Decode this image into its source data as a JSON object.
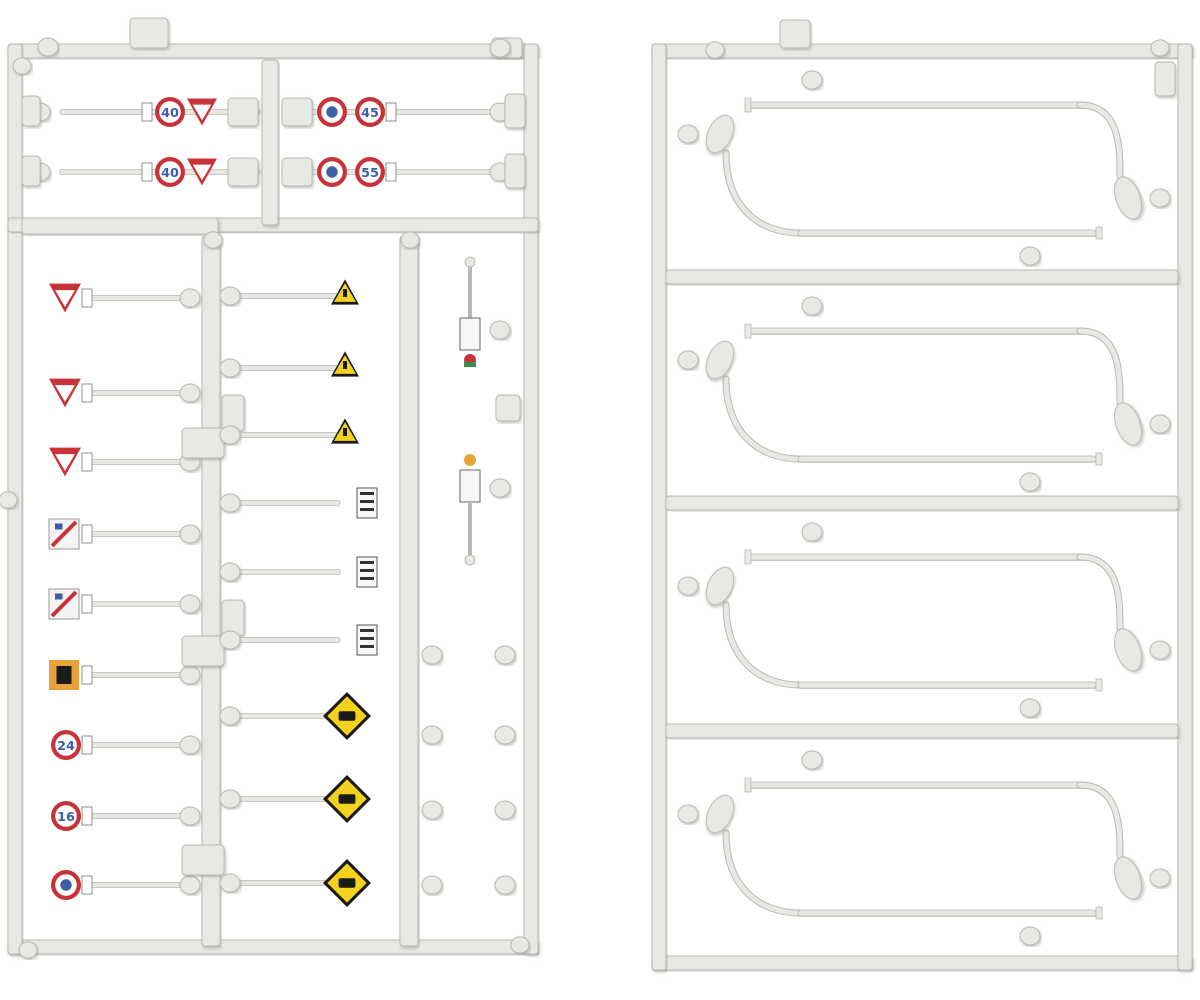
{
  "palette": {
    "background": "#ffffff",
    "plastic": "#e8e8e4",
    "plastic_shadow": "#c9c9c4",
    "plastic_edge": "#b9b9b4",
    "sign_red": "#c8333a",
    "sign_blue": "#3e5ea8",
    "sign_yellow": "#f2d21b",
    "sign_orange": "#e9a23a",
    "sign_black": "#1a1a1a"
  },
  "left_sprue": {
    "top_signs": [
      {
        "shape": "circle",
        "label": "40"
      },
      {
        "shape": "triangle",
        "label": ""
      },
      {
        "shape": "circle",
        "label": ""
      },
      {
        "shape": "circle",
        "label": "45"
      },
      {
        "shape": "circle",
        "label": "40"
      },
      {
        "shape": "triangle",
        "label": ""
      },
      {
        "shape": "circle",
        "label": ""
      },
      {
        "shape": "circle",
        "label": "55"
      }
    ],
    "column_a_signs": [
      {
        "shape": "triangle"
      },
      {
        "shape": "triangle"
      },
      {
        "shape": "triangle"
      },
      {
        "shape": "square-slash"
      },
      {
        "shape": "square-slash"
      },
      {
        "shape": "square-orange"
      },
      {
        "shape": "circle",
        "label": "24"
      },
      {
        "shape": "circle",
        "label": "16"
      },
      {
        "shape": "circle",
        "label": ""
      }
    ],
    "column_b_signs": [
      {
        "shape": "yellow-triangle"
      },
      {
        "shape": "yellow-triangle"
      },
      {
        "shape": "yellow-triangle"
      },
      {
        "shape": "plate"
      },
      {
        "shape": "plate"
      },
      {
        "shape": "plate"
      },
      {
        "shape": "yellow-diamond"
      },
      {
        "shape": "yellow-diamond"
      },
      {
        "shape": "yellow-diamond"
      }
    ]
  },
  "right_sprue": {
    "lamp_count": 4
  }
}
